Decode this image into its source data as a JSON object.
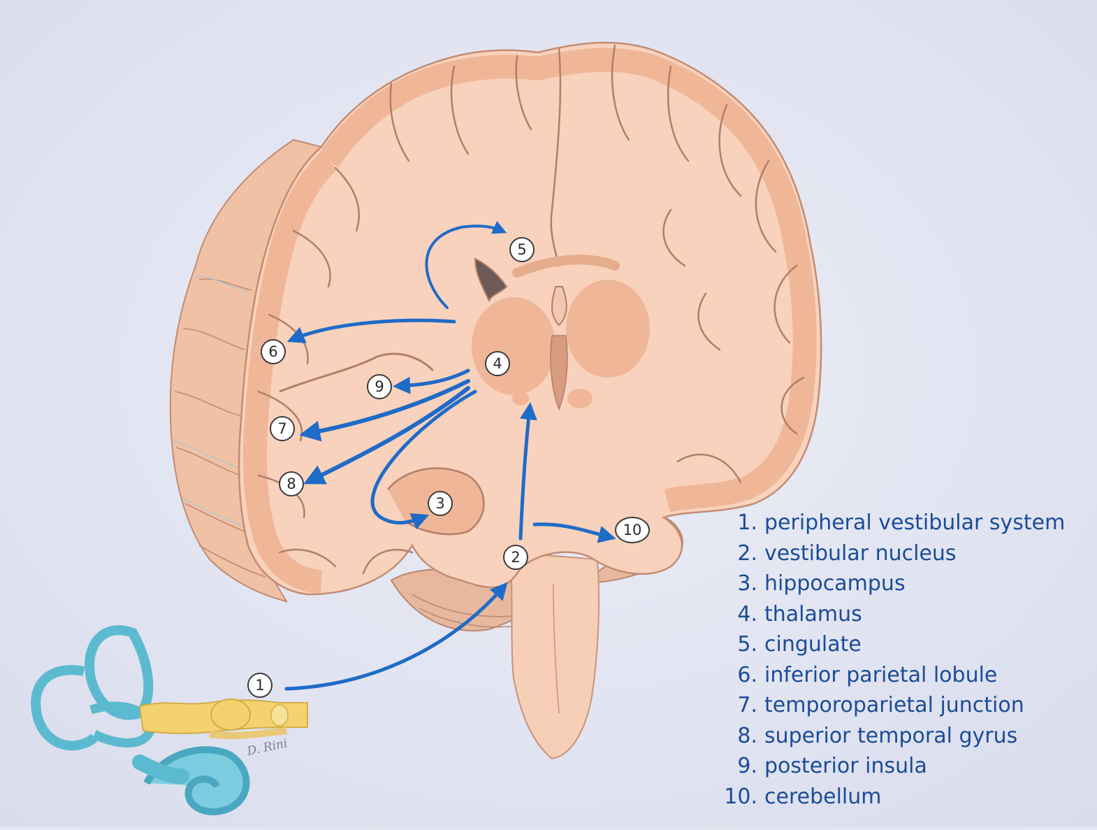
{
  "diagram": {
    "markers": [
      "1",
      "2",
      "3",
      "4",
      "5",
      "6",
      "7",
      "8",
      "9",
      "10"
    ],
    "signature": "D. Rini"
  },
  "legend": [
    {
      "num": "1.",
      "label": "peripheral vestibular system"
    },
    {
      "num": "2.",
      "label": "vestibular nucleus"
    },
    {
      "num": "3.",
      "label": "hippocampus"
    },
    {
      "num": "4.",
      "label": "thalamus"
    },
    {
      "num": "5.",
      "label": "cingulate"
    },
    {
      "num": "6.",
      "label": "inferior parietal lobule"
    },
    {
      "num": "7.",
      "label": "temporoparietal junction"
    },
    {
      "num": "8.",
      "label": "superior temporal gyrus"
    },
    {
      "num": "9.",
      "label": "posterior insula"
    },
    {
      "num": "10.",
      "label": "cerebellum"
    }
  ],
  "colors": {
    "background": "#e4e6f2",
    "brain_white_matter": "#f8d2bc",
    "brain_gray_matter": "#efb797",
    "sulcus": "#b07f6a",
    "arrow": "#1f6bc8",
    "legend_text": "#1b4c97",
    "inner_ear_canals": "#6cc6d8",
    "vestibular_nerve": "#f4d36e"
  }
}
